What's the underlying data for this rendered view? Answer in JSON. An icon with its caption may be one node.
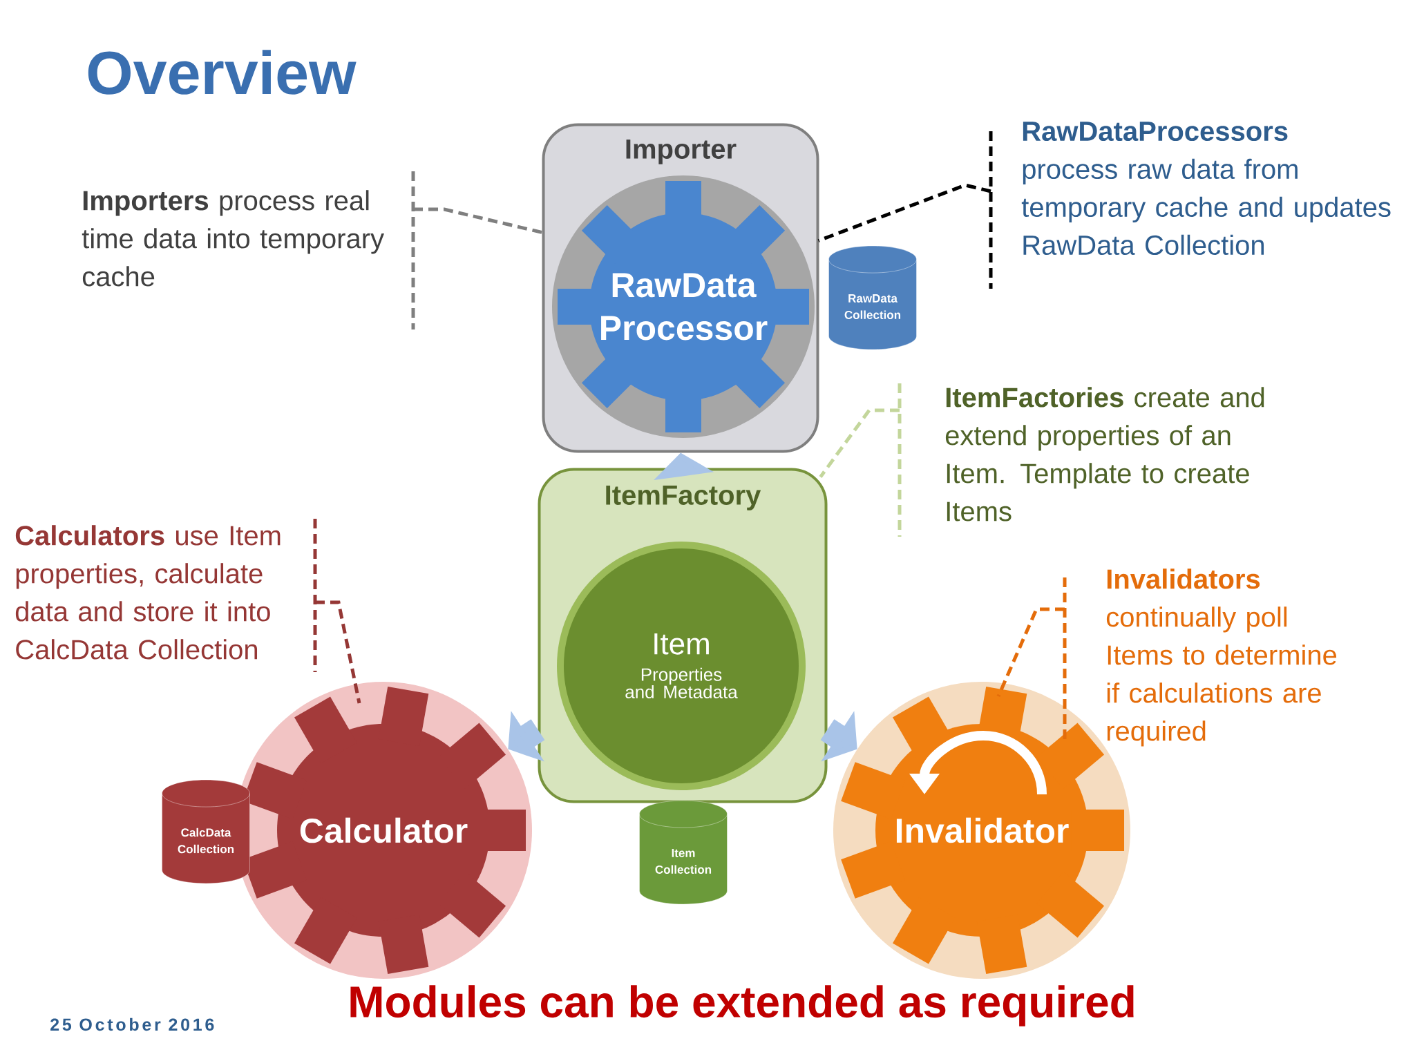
{
  "diagram": {
    "title": "Overview",
    "nodes": [
      {
        "text": [
          "Importer"
        ]
      },
      {
        "text": [
          "RawData Processor"
        ],
        "in": 0
      },
      {
        "text": [
          "RawData Collection"
        ]
      },
      {
        "text": [
          "ItemFactory"
        ]
      },
      {
        "text": [
          "Item",
          "Properties and Metadata"
        ],
        "in": 3
      },
      {
        "text": [
          "Item Collection"
        ]
      },
      {
        "text": [
          "Calculator"
        ]
      },
      {
        "text": [
          "CalcData Collection"
        ]
      },
      {
        "text": [
          "Invalidator"
        ]
      },
      {
        "text": [
          "**Importers** process real time data into temporary cache"
        ]
      },
      {
        "text": [
          "RawDataProcessors",
          "process raw data from temporary cache and updates RawData Collection"
        ]
      },
      {
        "text": [
          "**ItemFactories** create and extend properties of an Item. Template to create Items"
        ]
      },
      {
        "text": [
          "**Calculators** use Item properties,  calculate data and store it into CalcData Collection"
        ]
      },
      {
        "text": [
          "Invalidators",
          "continually poll Items to determine if calculations are required"
        ]
      }
    ],
    "edges": [
      {
        "from": 9,
        "to": 0,
        "arrow": "none",
        "style": "dashed",
        "color": "#7f7f7f"
      },
      {
        "from": 10,
        "to": 0,
        "arrow": "none",
        "style": "dashed",
        "color": "#000000"
      },
      {
        "from": 11,
        "to": 3,
        "arrow": "none",
        "style": "dashed",
        "color": "#c3d69b"
      },
      {
        "from": 12,
        "to": 6,
        "arrow": "none",
        "style": "dashed",
        "color": "#953735"
      },
      {
        "from": 13,
        "to": 8,
        "arrow": "none",
        "style": "dashed",
        "color": "#e46c0a"
      },
      {
        "from": 3,
        "to": 0,
        "arrow": "to",
        "style": "thick",
        "color": "#a9c4e8"
      },
      {
        "from": 3,
        "to": 6,
        "arrow": "to",
        "style": "thick",
        "color": "#a9c4e8"
      },
      {
        "from": 3,
        "to": 8,
        "arrow": "to",
        "style": "thick",
        "color": "#a9c4e8"
      }
    ],
    "labels": [
      "25 October 2016",
      "Modules can be extended as required"
    ]
  }
}
